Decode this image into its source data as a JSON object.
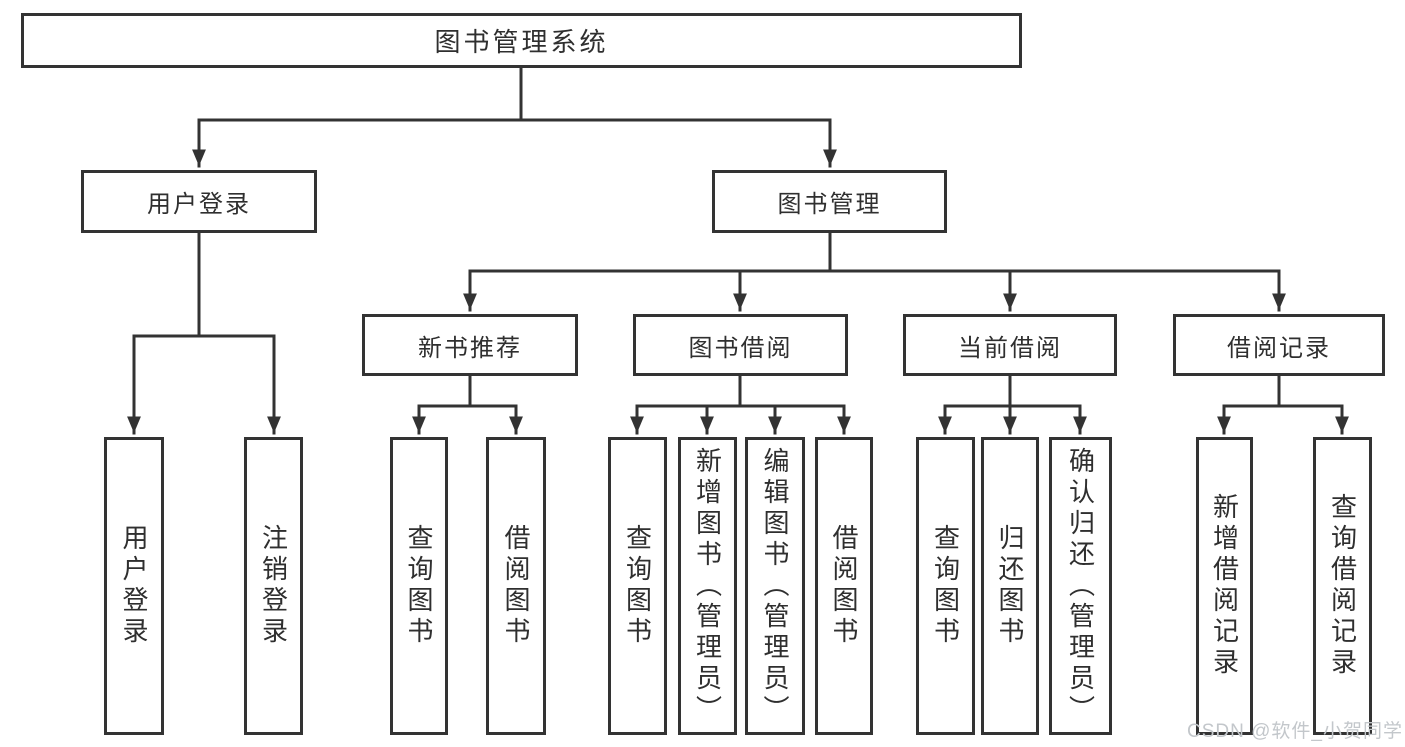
{
  "diagram": {
    "root": {
      "label": "图书管理系统"
    },
    "level2": [
      {
        "label": "用户登录"
      },
      {
        "label": "图书管理"
      }
    ],
    "level3": [
      {
        "label": "新书推荐"
      },
      {
        "label": "图书借阅"
      },
      {
        "label": "当前借阅"
      },
      {
        "label": "借阅记录"
      }
    ],
    "leaves": {
      "user_login": [
        "用户登录",
        "注销登录"
      ],
      "new_book": [
        "查询图书",
        "借阅图书"
      ],
      "borrow": [
        "查询图书",
        "新增图书（管理员）",
        "编辑图书（管理员）",
        "借阅图书"
      ],
      "current": [
        "查询图书",
        "归还图书",
        "确认归还（管理员）"
      ],
      "record": [
        "新增借阅记录",
        "查询借阅记录"
      ]
    }
  },
  "watermark": {
    "text": "CSDN @软件_小贺同学"
  },
  "colors": {
    "line": "#333333",
    "text": "#2f2f2f",
    "background": "#ffffff",
    "watermark": "#c3c7cb"
  }
}
